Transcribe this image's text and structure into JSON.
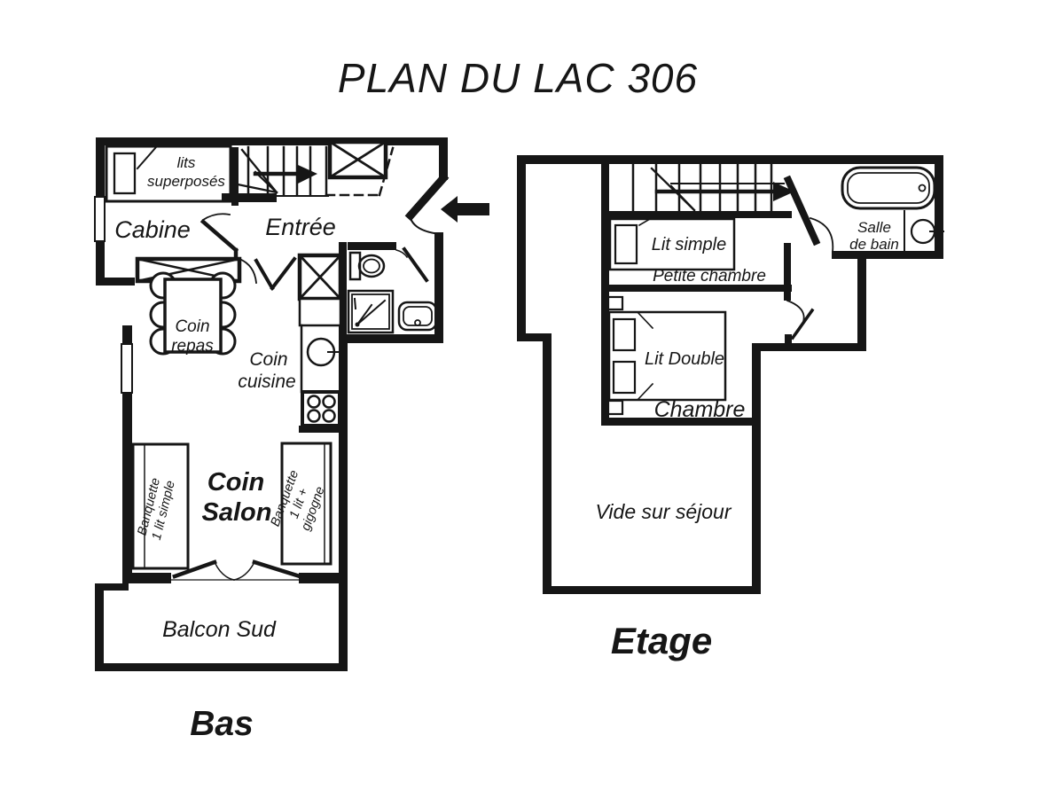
{
  "title": "PLAN DU LAC 306",
  "colors": {
    "ink": "#161616",
    "background": "#ffffff"
  },
  "bas": {
    "floor_label": "Bas",
    "cabine": "Cabine",
    "entree": "Entrée",
    "lits_superposes": [
      "lits",
      "superposés"
    ],
    "coin_repas": [
      "Coin",
      "repas"
    ],
    "coin_cuisine": [
      "Coin",
      "cuisine"
    ],
    "coin_salon": [
      "Coin",
      "Salon"
    ],
    "banquette_gauche": [
      "Banquette",
      "1 lit simple"
    ],
    "banquette_droite": [
      "Banquette",
      "1 lit +",
      "gigogne"
    ],
    "balcon": "Balcon Sud"
  },
  "etage": {
    "floor_label": "Etage",
    "lit_simple": "Lit simple",
    "petite_chambre": "Petite chambre",
    "salle_de_bain": [
      "Salle",
      "de bain"
    ],
    "lit_double": "Lit Double",
    "chambre": "Chambre",
    "vide": "Vide sur séjour"
  }
}
